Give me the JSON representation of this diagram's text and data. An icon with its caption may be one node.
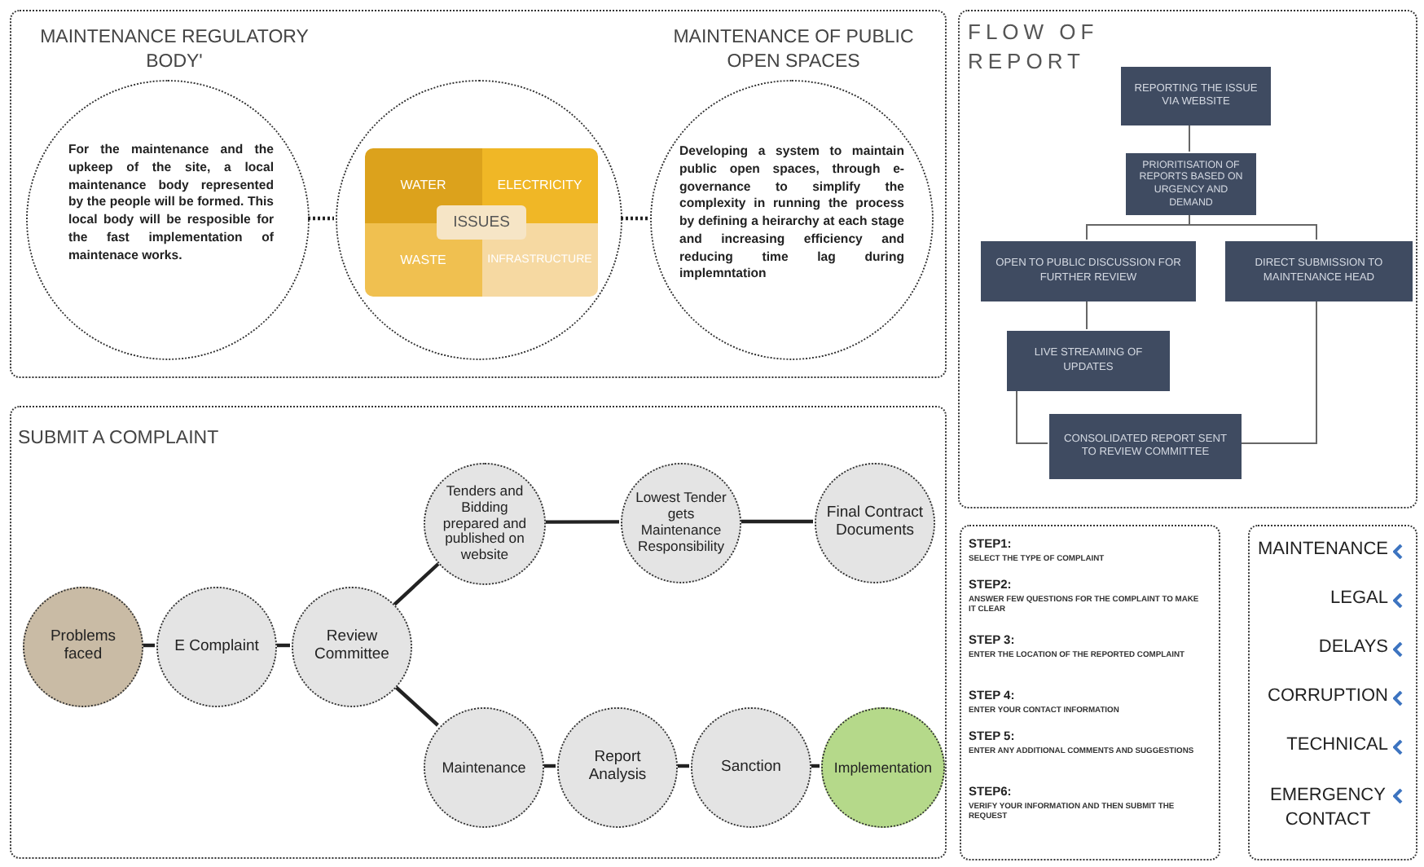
{
  "diagram": {
    "nodes": [
      {
        "text": [],
        "shape": "box"
      },
      {
        "text": [
          "MAINTENANCE REGULATORY BODY'",
          "For the maintenance and the upkeep of the site, a local maintenance body represented by the people will be formed. This local body will be resposible for the fast implementation of maintenace works."
        ],
        "in": 0
      },
      {
        "text": [],
        "shape": "circle",
        "in": 0
      },
      {
        "text": [
          "WATER",
          "ELECTRICITY",
          "ISSUES",
          "WASTE",
          "INFRASTRUCTURE"
        ],
        "in": 2
      },
      {
        "text": [
          "MAINTENANCE OF PUBLIC OPEN SPACES",
          "Developing a system to maintain public open spaces, through e-governance to simplify the complexity in running the process by defining a heirarchy at each stage and increasing efficiency and reducing time lag during implemntation"
        ],
        "in": 0
      },
      {
        "text": [
          "FLOW OF REPORT"
        ]
      },
      {
        "text": [
          "REPORTING THE ISSUE VIA WEBSITE"
        ],
        "in": 5
      },
      {
        "text": [
          "PRIORITISATION OF REPORTS BASED ON URGENCY AND DEMAND"
        ],
        "in": 5
      },
      {
        "text": [
          "OPEN TO PUBLIC DISCUSSION FOR FURTHER REVIEW"
        ],
        "in": 5
      },
      {
        "text": [
          "DIRECT SUBMISSION TO MAINTENANCE HEAD"
        ],
        "in": 5
      },
      {
        "text": [
          "LIVE STREAMING OF UPDATES"
        ],
        "in": 5
      },
      {
        "text": [
          "CONSOLIDATED REPORT SENT TO REVIEW COMMITTEE"
        ],
        "in": 5
      },
      {
        "text": [
          "SUBMIT A COMPLAINT"
        ]
      },
      {
        "text": [
          "Problems faced"
        ],
        "in": 12
      },
      {
        "text": [
          "E Complaint"
        ],
        "in": 12
      },
      {
        "text": [
          "Review Committee"
        ],
        "in": 12
      },
      {
        "text": [
          "Tenders and Bidding prepared and published on website"
        ],
        "in": 12
      },
      {
        "text": [
          "Lowest Tender gets Maintenance Responsibility"
        ],
        "in": 12
      },
      {
        "text": [
          "Final Contract Documents"
        ],
        "in": 12
      },
      {
        "text": [
          "Maintenance"
        ],
        "in": 12
      },
      {
        "text": [
          "Report Analysis"
        ],
        "in": 12
      },
      {
        "text": [
          "Sanction"
        ],
        "in": 12
      },
      {
        "text": [
          "Implementation"
        ],
        "in": 12
      },
      {
        "text": [
          "STEP1:",
          "SELECT THE TYPE OF COMPLAINT",
          "STEP2:",
          "ANSWER FEW QUESTIONS FOR THE COMPLAINT TO MAKE IT CLEAR",
          "STEP 3:",
          "ENTER THE LOCATION OF THE REPORTED COMPLAINT",
          "STEP 4:",
          "ENTER YOUR CONTACT INFORMATION",
          "STEP 5:",
          "ENTER ANY ADDITIONAL COMMENTS AND SUGGESTIONS",
          "STEP6:",
          "VERIFY YOUR INFORMATION AND THEN SUBMIT THE REQUEST"
        ]
      },
      {
        "text": [
          "MAINTENANCE",
          "LEGAL",
          "DELAYS",
          "CORRUPTION",
          "TECHNICAL",
          "EMERGENCY CONTACT"
        ]
      }
    ],
    "edges": [
      {
        "from": 1,
        "to": 2,
        "arrow": "none",
        "style": "dashed"
      },
      {
        "from": 2,
        "to": 4,
        "arrow": "none",
        "style": "dashed"
      },
      {
        "from": 6,
        "to": 7,
        "arrow": "none",
        "color": "#666666"
      },
      {
        "from": 7,
        "to": 8,
        "arrow": "none",
        "color": "#666666"
      },
      {
        "from": 7,
        "to": 9,
        "arrow": "none",
        "color": "#666666"
      },
      {
        "from": 8,
        "to": 10,
        "arrow": "none",
        "color": "#666666"
      },
      {
        "from": 10,
        "to": 11,
        "arrow": "none",
        "color": "#666666"
      },
      {
        "from": 9,
        "to": 11,
        "arrow": "none",
        "color": "#666666"
      },
      {
        "from": 13,
        "to": 14,
        "arrow": "none"
      },
      {
        "from": 14,
        "to": 15,
        "arrow": "none"
      },
      {
        "from": 15,
        "to": 16,
        "arrow": "none"
      },
      {
        "from": 16,
        "to": 17,
        "arrow": "none"
      },
      {
        "from": 17,
        "to": 18,
        "arrow": "none"
      },
      {
        "from": 15,
        "to": 19,
        "arrow": "none"
      },
      {
        "from": 19,
        "to": 20,
        "arrow": "none"
      },
      {
        "from": 20,
        "to": 21,
        "arrow": "none"
      },
      {
        "from": 21,
        "to": 22,
        "arrow": "none"
      }
    ]
  }
}
